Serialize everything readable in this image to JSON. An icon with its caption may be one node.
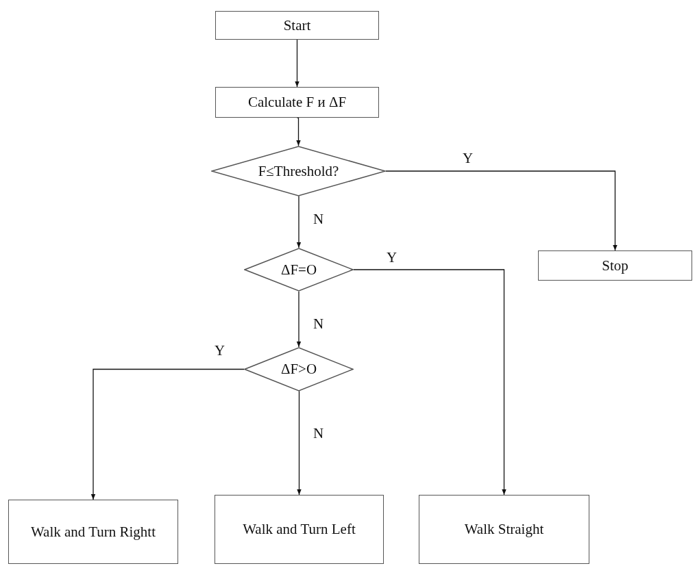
{
  "diagram": {
    "nodes": [
      {
        "text": [
          "Start"
        ]
      },
      {
        "text": [
          "Calculate F и ΔF"
        ]
      },
      {
        "text": [
          "F≤Threshold?"
        ]
      },
      {
        "text": [
          "Stop"
        ]
      },
      {
        "text": [
          "ΔF=O"
        ]
      },
      {
        "text": [
          "ΔF>O"
        ]
      },
      {
        "text": [
          "Walk and Turn Rightt"
        ]
      },
      {
        "text": [
          "Walk and Turn Left"
        ]
      },
      {
        "text": [
          "Walk Straight"
        ]
      }
    ],
    "edges": [
      {
        "from": 0,
        "to": 1,
        "arrow": "to"
      },
      {
        "from": 1,
        "to": 2,
        "arrow": "to"
      },
      {
        "from": 2,
        "to": 3,
        "arrow": "to",
        "label": "Y"
      },
      {
        "from": 2,
        "to": 4,
        "arrow": "to",
        "label": "N"
      },
      {
        "from": 4,
        "to": 8,
        "arrow": "to",
        "label": "Y"
      },
      {
        "from": 4,
        "to": 5,
        "arrow": "to",
        "label": "N"
      },
      {
        "from": 5,
        "to": 6,
        "arrow": "to",
        "label": "Y"
      },
      {
        "from": 5,
        "to": 7,
        "arrow": "to",
        "label": "N"
      }
    ]
  }
}
